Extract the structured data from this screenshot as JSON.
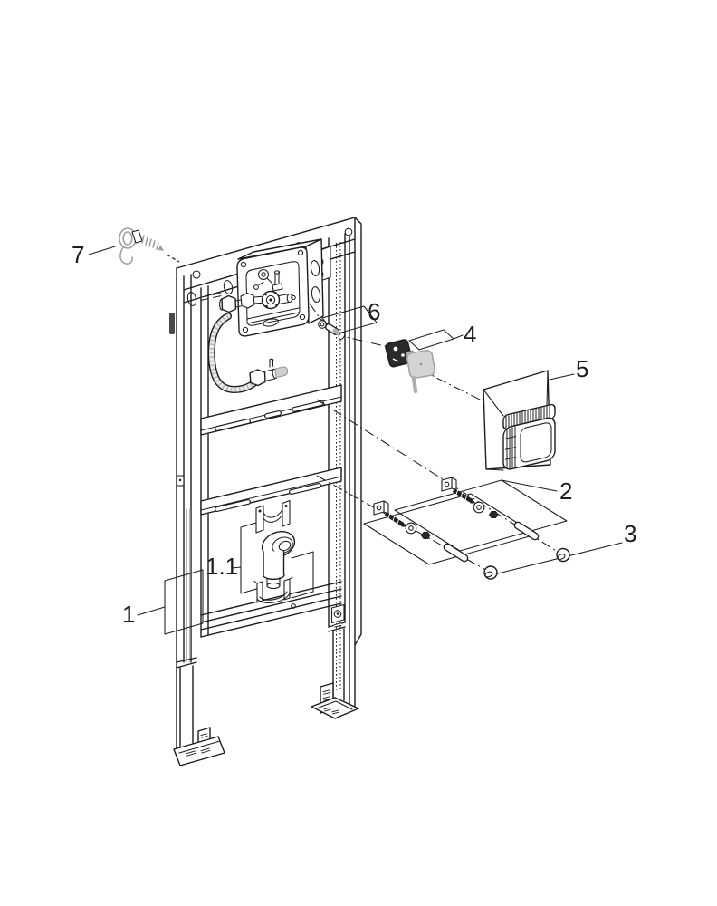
{
  "diagram": {
    "type": "exploded-parts-diagram",
    "callouts": {
      "c1": {
        "label": "1"
      },
      "c1_1": {
        "label": "1.1"
      },
      "c2": {
        "label": "2"
      },
      "c3": {
        "label": "3"
      },
      "c4": {
        "label": "4"
      },
      "c5": {
        "label": "5"
      },
      "c6": {
        "label": "6"
      },
      "c7": {
        "label": "7"
      }
    },
    "colors": {
      "line": "#1d1d1b",
      "gray_part": "#9c9c9c",
      "light_gray_fill": "#d6d6d6",
      "background": "#ffffff"
    }
  }
}
